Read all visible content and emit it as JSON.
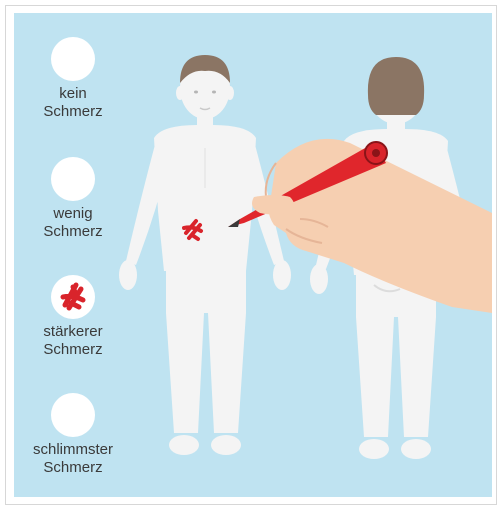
{
  "scale": {
    "items": [
      {
        "line1": "kein",
        "line2": "Schmerz",
        "marked": false
      },
      {
        "line1": "wenig",
        "line2": "Schmerz",
        "marked": false
      },
      {
        "line1": "stärkerer",
        "line2": "Schmerz",
        "marked": true
      },
      {
        "line1": "schlimmster",
        "line2": "Schmerz",
        "marked": false
      }
    ]
  },
  "colors": {
    "background": "#bfe3f1",
    "body": "#f4f4f4",
    "hair": "#8b7564",
    "mark": "#d9242b",
    "pen": "#e0262c",
    "skin": "#f6cfb1"
  }
}
